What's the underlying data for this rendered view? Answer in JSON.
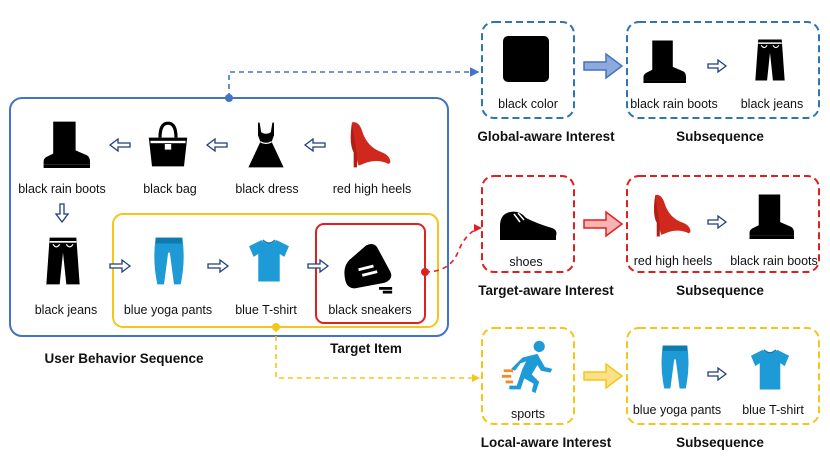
{
  "sequence": {
    "items": [
      {
        "label": "black rain boots",
        "icon": "boot-icon"
      },
      {
        "label": "black bag",
        "icon": "handbag-icon"
      },
      {
        "label": "black dress",
        "icon": "dress-icon"
      },
      {
        "label": "red high heels",
        "icon": "high-heel-icon"
      },
      {
        "label": "black jeans",
        "icon": "jeans-icon"
      },
      {
        "label": "blue yoga pants",
        "icon": "yoga-pants-icon"
      },
      {
        "label": "blue T-shirt",
        "icon": "tshirt-icon"
      },
      {
        "label": "black sneakers",
        "icon": "sneaker-icon"
      }
    ],
    "caption": "User Behavior Sequence",
    "target_caption": "Target Item"
  },
  "interests": [
    {
      "label": "black color",
      "caption": "Global-aware Interest",
      "color": "#2e75b6",
      "icon": "black-square-icon"
    },
    {
      "label": "shoes",
      "caption": "Target-aware Interest",
      "color": "#e02020",
      "icon": "shoe-icon"
    },
    {
      "label": "sports",
      "caption": "Local-aware Interest",
      "color": "#f5c518",
      "icon": "running-person-icon"
    }
  ],
  "subsequences": [
    {
      "items": [
        "black rain boots",
        "black jeans"
      ],
      "caption": "Subsequence"
    },
    {
      "items": [
        "red high heels",
        "black rain boots"
      ],
      "caption": "Subsequence"
    },
    {
      "items": [
        "blue yoga pants",
        "blue T-shirt"
      ],
      "caption": "Subsequence"
    }
  ],
  "colors": {
    "blue": "#4472c4",
    "red": "#e02020",
    "yellow": "#f5c518",
    "item_blue": "#1e9ad6",
    "heel_red": "#d0281c"
  }
}
